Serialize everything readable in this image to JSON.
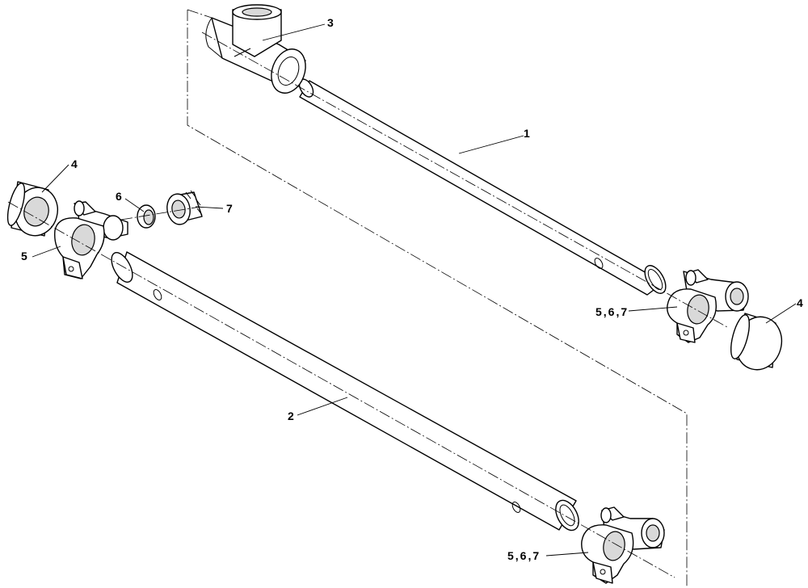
{
  "callouts": {
    "c1": "1",
    "c2": "2",
    "c3": "3",
    "c4_left": "4",
    "c4_right": "4",
    "c5_left": "5",
    "c6": "6",
    "c7": "7",
    "c567_upper": "5,6,7",
    "c567_lower": "5,6,7"
  },
  "colors": {
    "line": "#000000",
    "paper": "#ffffff",
    "shade": "#d9d9d9"
  }
}
